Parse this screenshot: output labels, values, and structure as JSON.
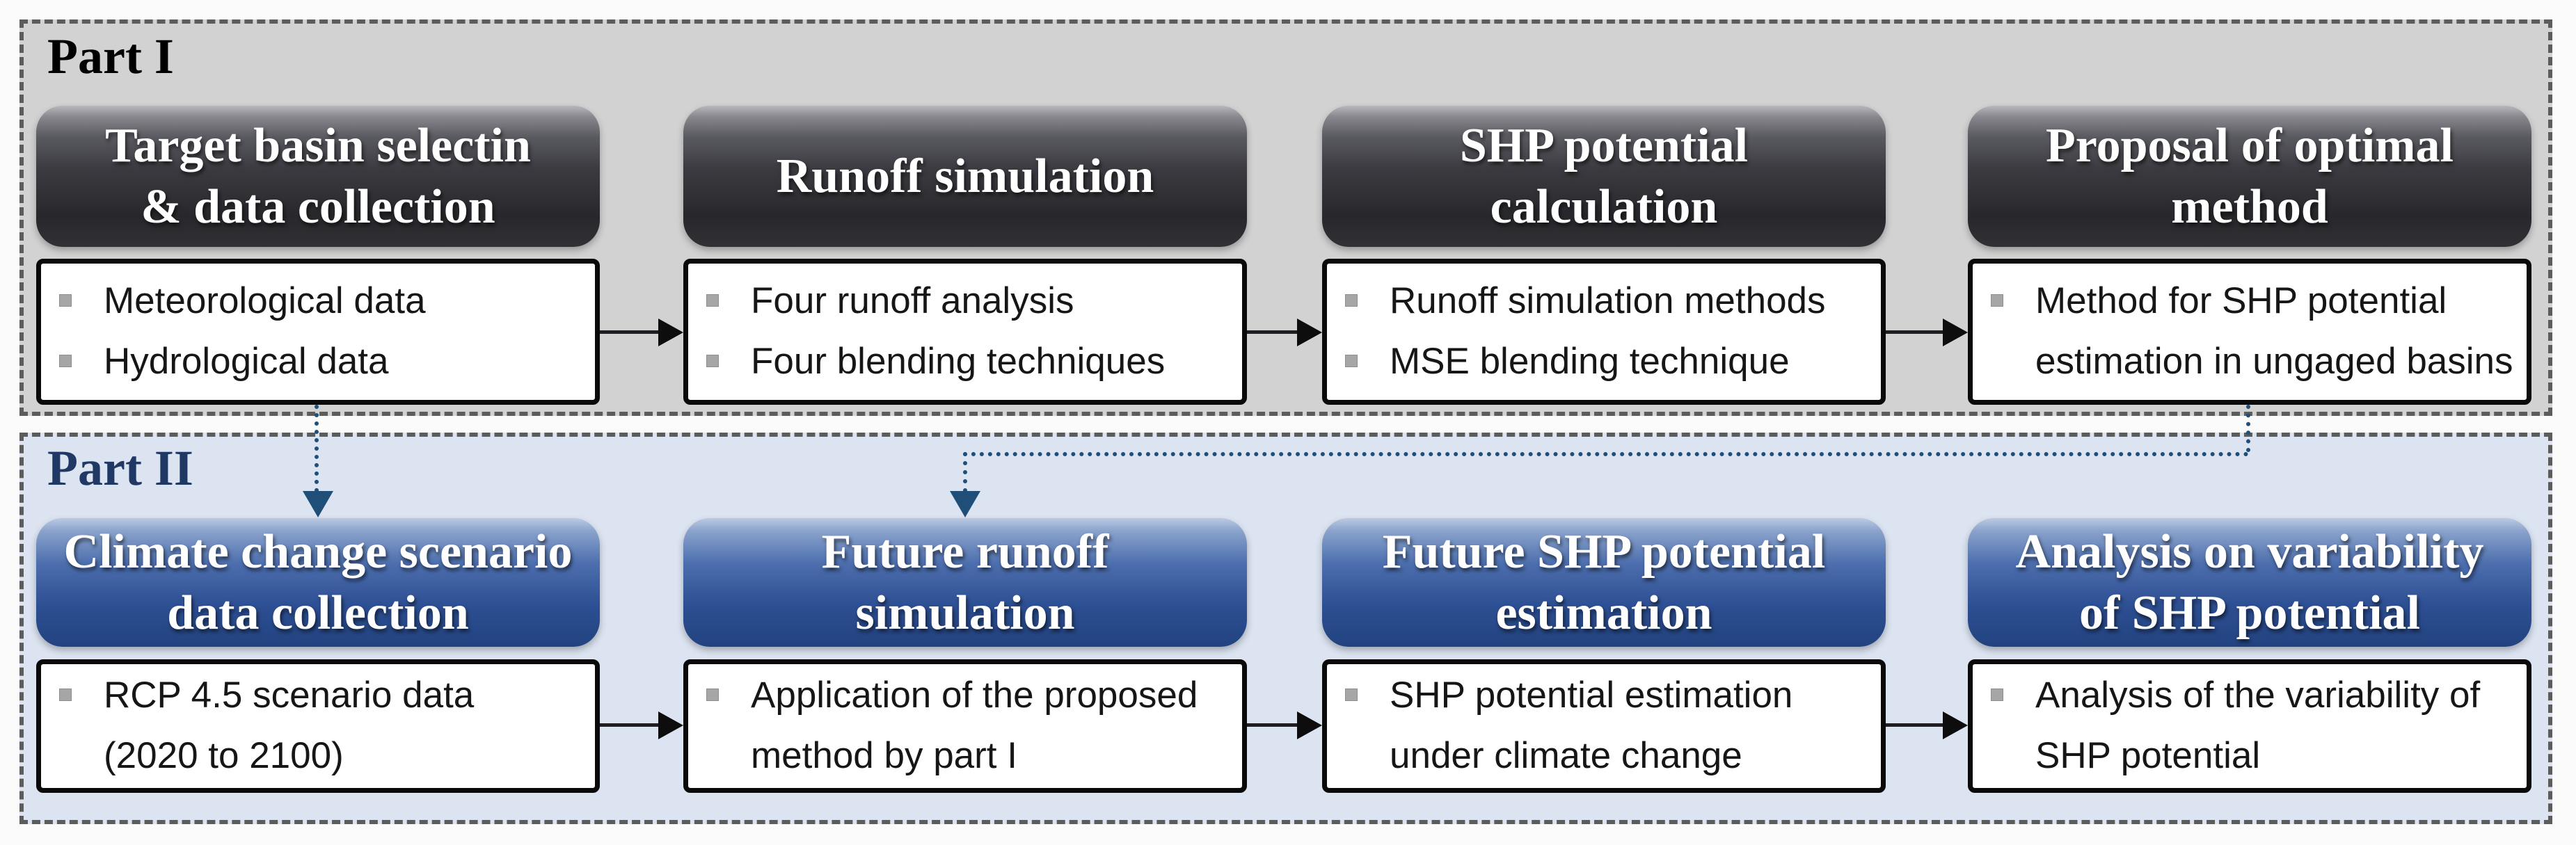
{
  "part1": {
    "label": "Part I",
    "boxes": [
      {
        "header_line1": "Target basin selectin",
        "header_line2": "& data collection",
        "items": [
          {
            "text": "Meteorological data"
          },
          {
            "text": "Hydrological data"
          }
        ]
      },
      {
        "header_line1": "Runoff simulation",
        "header_line2": "",
        "items": [
          {
            "text": "Four runoff analysis"
          },
          {
            "text": "Four blending techniques"
          }
        ]
      },
      {
        "header_line1": "SHP potential",
        "header_line2": "calculation",
        "items": [
          {
            "text": "Runoff simulation methods"
          },
          {
            "text": "MSE blending technique"
          }
        ]
      },
      {
        "header_line1": "Proposal of optimal",
        "header_line2": "method",
        "items": [
          {
            "text": "Method for SHP potential",
            "continuation": "estimation in ungaged basins"
          }
        ]
      }
    ]
  },
  "part2": {
    "label": "Part II",
    "boxes": [
      {
        "header_line1": "Climate change scenario",
        "header_line2": "data collection",
        "items": [
          {
            "text": "RCP 4.5 scenario data",
            "continuation": "(2020 to 2100)"
          }
        ]
      },
      {
        "header_line1": "Future runoff",
        "header_line2": "simulation",
        "items": [
          {
            "text": "Application of the proposed",
            "continuation": "method by part I"
          }
        ]
      },
      {
        "header_line1": "Future SHP potential",
        "header_line2": "estimation",
        "items": [
          {
            "text": "SHP potential estimation",
            "continuation": "under climate change"
          }
        ]
      },
      {
        "header_line1": "Analysis on variability",
        "header_line2": "of SHP potential",
        "items": [
          {
            "text": "Analysis of the variability of",
            "continuation": "SHP potential"
          }
        ]
      }
    ]
  },
  "colors": {
    "part1_background": "#d2d2d2",
    "part2_background": "#dce4f2",
    "part1_header_dark": "#2b2b2f",
    "part2_header_blue": "#2d4f93",
    "part2_label_navy": "#1f3864",
    "dotted_connector_blue": "#1f4e79",
    "dashed_border_gray": "#5c5c5c",
    "bullet_gray": "#a6a6a6"
  }
}
